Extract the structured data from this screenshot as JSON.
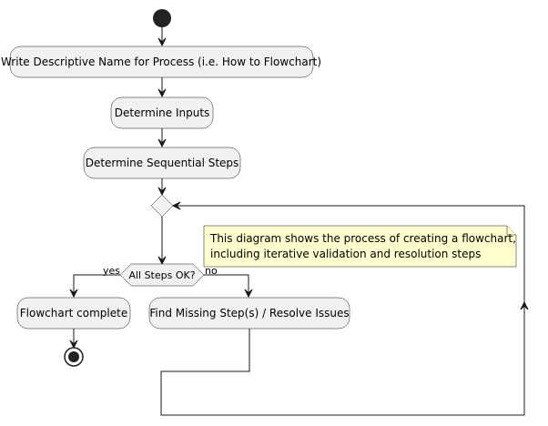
{
  "diagram": {
    "nodes": {
      "write_name": "Write Descriptive Name for Process (i.e. How to Flowchart)",
      "determine_inputs": "Determine Inputs",
      "determine_steps": "Determine Sequential Steps",
      "decision": "All Steps OK?",
      "flowchart_complete": "Flowchart complete",
      "find_missing": "Find Missing Step(s) / Resolve Issues"
    },
    "branches": {
      "yes": "yes",
      "no": "no"
    },
    "note": {
      "line1": "This diagram shows the process of creating a flowchart,",
      "line2": "including iterative validation and resolution steps"
    }
  }
}
